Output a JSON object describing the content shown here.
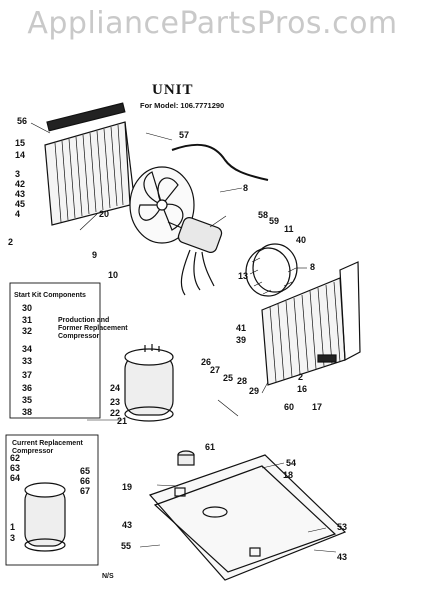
{
  "watermark": "AppliancePartsPros.com",
  "title": "UNIT",
  "subtitle": "For Model: 106.7771290",
  "boxes": {
    "start_kit": "Start Kit Components",
    "former_compressor": [
      "Production and",
      "Former Replacement",
      "Compressor"
    ],
    "current_compressor": [
      "Current Replacement",
      "Compressor"
    ]
  },
  "part_numbers": [
    "56",
    "15",
    "14",
    "3",
    "42",
    "43",
    "45",
    "4",
    "2",
    "20",
    "57",
    "8",
    "9",
    "10",
    "58",
    "59",
    "11",
    "40",
    "13",
    "41",
    "39",
    "16",
    "60",
    "17",
    "30",
    "31",
    "32",
    "34",
    "33",
    "37",
    "36",
    "35",
    "38",
    "24",
    "23",
    "22",
    "26",
    "27",
    "25",
    "28",
    "29",
    "61",
    "21",
    "19",
    "54",
    "18",
    "53",
    "43",
    "55",
    "62",
    "63",
    "64",
    "65",
    "66",
    "67",
    "1",
    "3",
    "8",
    "2",
    "43"
  ],
  "footnote": "N/S"
}
